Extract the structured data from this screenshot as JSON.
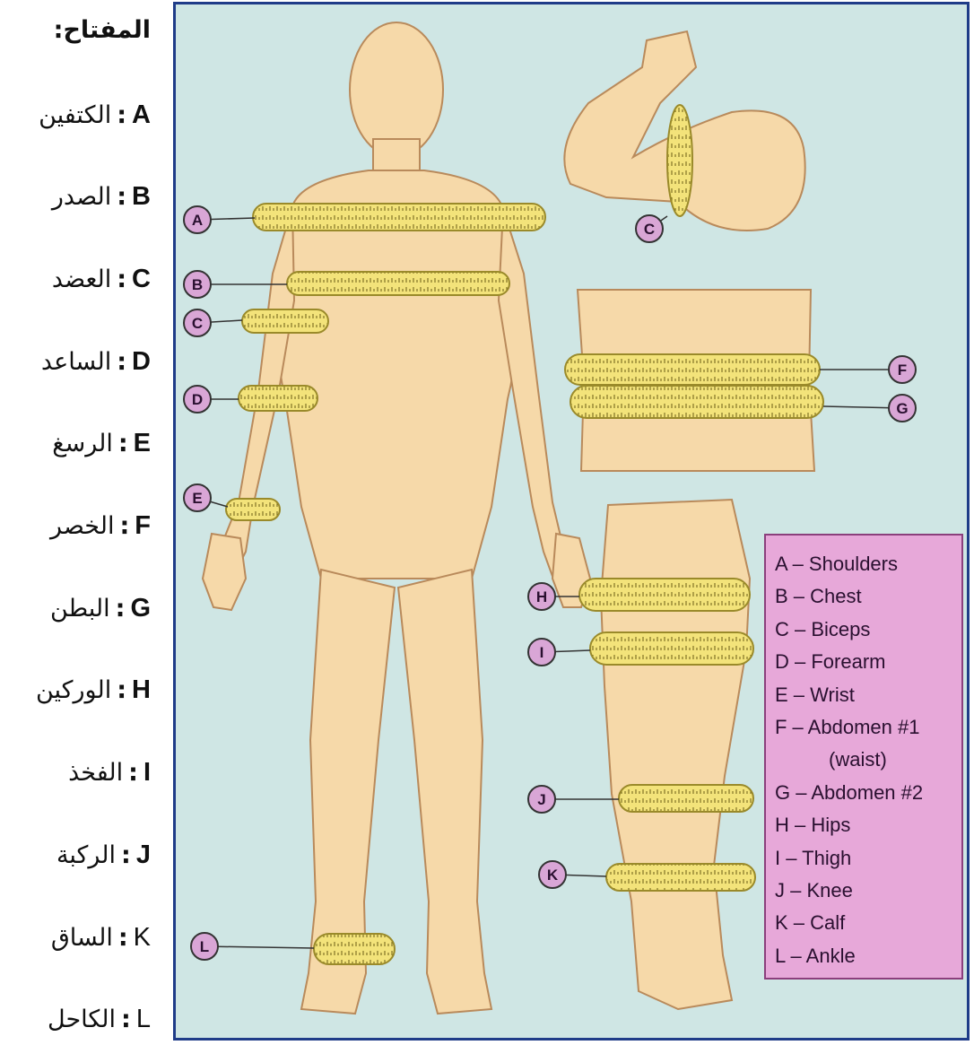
{
  "key": {
    "title": "المفتاح:",
    "items": [
      {
        "letter": "A",
        "word": "الكتفين",
        "bold": true
      },
      {
        "letter": "B",
        "word": "الصدر",
        "bold": true
      },
      {
        "letter": "C",
        "word": "العضد",
        "bold": true
      },
      {
        "letter": "D",
        "word": "الساعد",
        "bold": true
      },
      {
        "letter": "E",
        "word": "الرسغ",
        "bold": true
      },
      {
        "letter": "F",
        "word": "الخصر",
        "bold": true
      },
      {
        "letter": "G",
        "word": "البطن",
        "bold": true
      },
      {
        "letter": "H",
        "word": "الوركين",
        "bold": true
      },
      {
        "letter": "I",
        "word": "الفخذ",
        "bold": true
      },
      {
        "letter": "J",
        "word": "الركبة",
        "bold": true
      },
      {
        "letter": "K",
        "word": "الساق",
        "bold": false
      },
      {
        "letter": "L",
        "word": "الكاحل",
        "bold": false
      }
    ]
  },
  "legend": {
    "lines": [
      "A – Shoulders",
      "B – Chest",
      "C – Biceps",
      "D – Forearm",
      "E – Wrist",
      "F – Abdomen #1",
      "(waist)",
      "G – Abdomen #2",
      "H – Hips",
      "I  – Thigh",
      "J – Knee",
      "K – Calf",
      "L – Ankle"
    ]
  },
  "callouts": [
    "A",
    "B",
    "C",
    "D",
    "E",
    "F",
    "G",
    "H",
    "I",
    "J",
    "K",
    "L"
  ],
  "colors": {
    "panel_bg": "#cfe6e4",
    "skin": "#f6d9a9",
    "skin_outline": "#b98a5b",
    "tape": "#f3e37a",
    "tape_outline": "#9a8a2a",
    "callout_fill": "#d9a6d6",
    "legend_bg": "#e7a8d9",
    "border": "#1f3c88"
  }
}
